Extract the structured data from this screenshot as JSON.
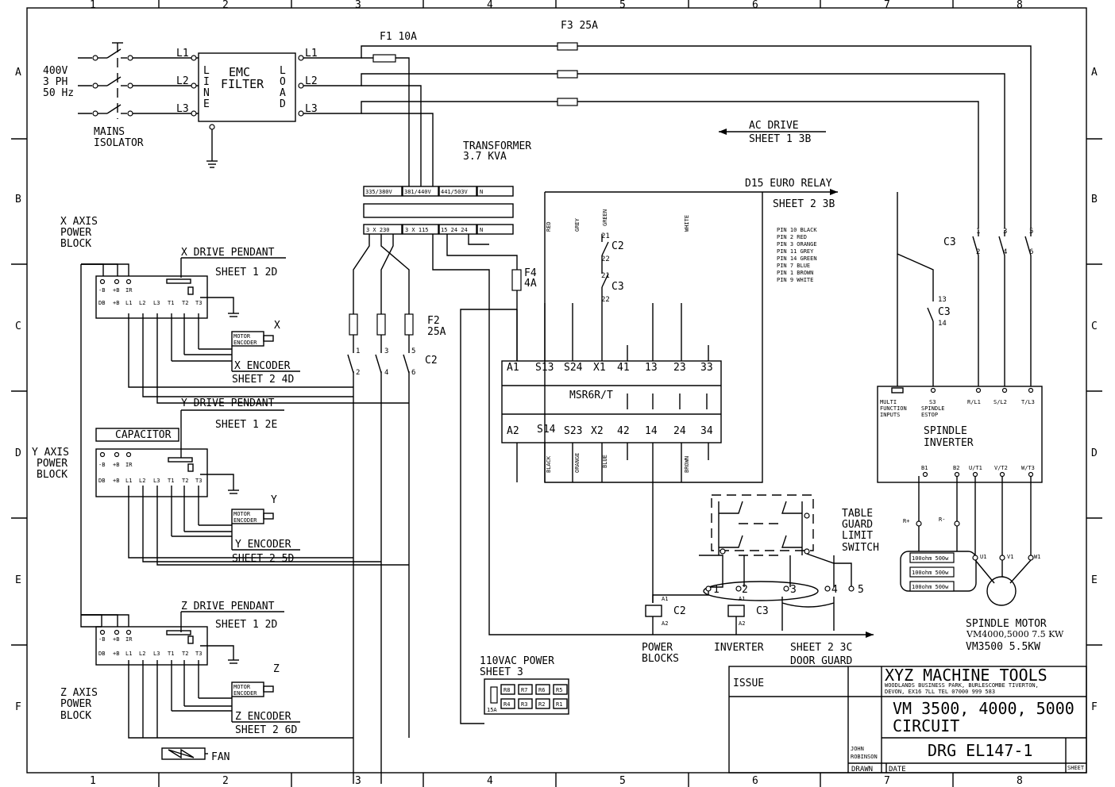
{
  "grid": {
    "columns": [
      "1",
      "2",
      "3",
      "4",
      "5",
      "6",
      "7",
      "8"
    ],
    "rows": [
      "A",
      "B",
      "C",
      "D",
      "E",
      "F"
    ]
  },
  "supply": {
    "voltage": "400V",
    "phase": "3 PH",
    "freq": "50 Hz",
    "isolator_1": "MAINS",
    "isolator_2": "ISOLATOR"
  },
  "emc": {
    "title_1": "EMC",
    "title_2": "FILTER",
    "line_letters": [
      "L",
      "I",
      "N",
      "E"
    ],
    "load_letters": [
      "L",
      "O",
      "A",
      "D"
    ],
    "in_phases": [
      "L1",
      "L2",
      "L3"
    ],
    "out_phases": [
      "L1",
      "L2",
      "L3"
    ]
  },
  "fuses": {
    "f1": "F1  10A",
    "f3": "F3  25A",
    "f4_1": "F4",
    "f4_2": "4A",
    "f2_1": "F2",
    "f2_2": "25A"
  },
  "ac_drive": {
    "line1": "AC DRIVE",
    "line2": "SHEET 1 3B"
  },
  "transformer": {
    "line1": "TRANSFORMER",
    "line2": "3.7 KVA",
    "top_taps": [
      "335/380V",
      "381/440V",
      "441/503V",
      "N"
    ],
    "bottom_taps": [
      "3 X 230",
      "3 X 115",
      "15 24 24",
      "N"
    ]
  },
  "relay_ref": {
    "title": "D15 EURO RELAY",
    "sheet": "SHEET 2 3B",
    "pins": [
      "PIN 10 BLACK",
      "PIN  2 RED",
      "PIN  3 ORANGE",
      "PIN  11 GREY",
      "PIN  14 GREEN",
      "PIN  7  BLUE",
      "PIN 1 BROWN",
      "PIN  9  WHITE"
    ]
  },
  "wire_colours": {
    "top": [
      "RED",
      "GREY",
      "GREEN",
      "WHITE"
    ],
    "bottom": [
      "BLACK",
      "ORANGE",
      "BLUE",
      "BROWN"
    ]
  },
  "relay_contacts": {
    "c2": "C2",
    "c3": "C3",
    "n21": "21",
    "n22": "22"
  },
  "msr": {
    "top_pins": [
      "A1",
      "S13",
      "S24",
      "X1",
      "41",
      "13",
      "23",
      "33"
    ],
    "name": "MSR6R/T",
    "bottom_pins": [
      "A2",
      "S14",
      "S23",
      "X2",
      "42",
      "14",
      "24",
      "34"
    ]
  },
  "c2_contacts": {
    "label": "C2",
    "nums_top": [
      "1",
      "3",
      "5"
    ],
    "nums_bot": [
      "2",
      "4",
      "6"
    ]
  },
  "c3_main": {
    "label": "C3",
    "nums_top": [
      "1",
      "3",
      "5"
    ],
    "nums_bot": [
      "2",
      "4",
      "6"
    ],
    "aux_label": "C3",
    "aux_top": "13",
    "aux_bot": "14"
  },
  "inverter": {
    "top_terms": [
      "MULTI",
      "FUNCTION",
      "INPUTS",
      "S3",
      "SPINDLE",
      "ESTOP",
      "R/L1",
      "S/L2",
      "T/L3"
    ],
    "title_1": "SPINDLE",
    "title_2": "INVERTER",
    "bottom_terms": [
      "B1",
      "B2",
      "U/T1",
      "V/T2",
      "W/T3"
    ]
  },
  "brake": {
    "rp": "R+",
    "rm": "R-",
    "res": [
      "100ohm 500w",
      "100ohm 500w",
      "100ohm 500w"
    ]
  },
  "motor": {
    "terms": [
      "U1",
      "V1",
      "W1"
    ],
    "title": "SPINDLE MOTOR",
    "model_1": "VM4000,5000 7.5 KW",
    "model_2": "VM3500  5.5KW"
  },
  "x_axis": {
    "block_1": "X AXIS",
    "block_2": "POWER",
    "block_3": "BLOCK",
    "pendant": "X DRIVE PENDANT",
    "pendant_sheet": "SHEET 1 2D",
    "axis": "X",
    "encoder": "X ENCODER",
    "encoder_sheet": "SHEET 2 4D"
  },
  "y_axis": {
    "block_1": "Y AXIS",
    "block_2": "POWER",
    "block_3": "BLOCK",
    "pendant": "Y DRIVE PENDANT",
    "pendant_sheet": "SHEET 1 2E",
    "capacitor": "CAPACITOR",
    "axis": "Y",
    "encoder": "Y ENCODER",
    "encoder_sheet": "SHEET 2 5D"
  },
  "z_axis": {
    "block_1": "Z AXIS",
    "block_2": "POWER",
    "block_3": "BLOCK",
    "pendant": "Z DRIVE PENDANT",
    "pendant_sheet": "SHEET 1 2D",
    "axis": "Z",
    "encoder": "Z ENCODER",
    "encoder_sheet": "SHEET 2 6D",
    "fan": "FAN"
  },
  "block_terms_top": [
    "-B",
    "+B",
    "IR"
  ],
  "block_terms_bot": [
    "DB",
    "+B",
    "L1",
    "L2",
    "L3",
    "T1",
    "T2",
    "T3"
  ],
  "motor_encoder": [
    "MOTOR",
    "ENCODER"
  ],
  "coils": {
    "c2": "C2",
    "c3": "C3",
    "a1": "A1",
    "a2": "A2",
    "power_1": "POWER",
    "power_2": "BLOCKS",
    "inverter": "INVERTER"
  },
  "guard": {
    "sheet": "SHEET 2 3C",
    "door": "DOOR GUARD",
    "table_1": "TABLE",
    "table_2": "GUARD",
    "table_3": "LIMIT",
    "table_4": "SWITCH",
    "terms": [
      "1",
      "2",
      "3",
      "4",
      "5"
    ]
  },
  "vac110": {
    "line1": "110VAC POWER",
    "line2": "SHEET 3",
    "top": [
      "R8",
      "R7",
      "R6",
      "R5"
    ],
    "bottom": [
      "R4",
      "R3",
      "R2",
      "R1"
    ],
    "fuse": "15A"
  },
  "title_block": {
    "issue": "ISSUE",
    "company": "XYZ MACHINE TOOLS",
    "address_1": "WOODLANDS BUSINESS PARK, BURLESCOMBE TIVERTON,",
    "address_2": "DEVON, EX16 7LL     TEL 07000 999 583",
    "drawing_1": "VM 3500, 4000, 5000",
    "drawing_2": "CIRCUIT",
    "drg": "DRG EL147-1",
    "author_1": "JOHN",
    "author_2": "ROBINSON",
    "drawn": "DRAWN",
    "date": "DATE",
    "sheet": "SHEET"
  }
}
